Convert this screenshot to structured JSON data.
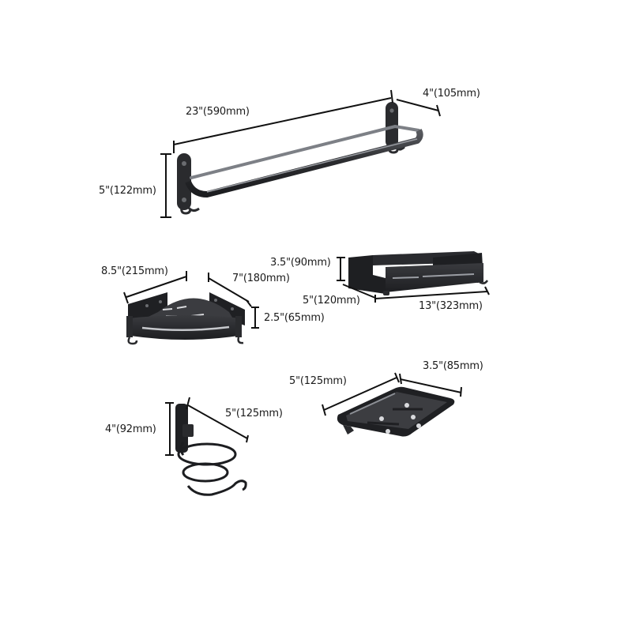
{
  "products": [
    {
      "id": "double-towel-bar",
      "name": "Double Towel Bar",
      "dimensions": {
        "length": "23\"(590mm)",
        "depth": "4\"(105mm)",
        "height": "5\"(122mm)"
      }
    },
    {
      "id": "corner-shelf",
      "name": "Corner Shelf",
      "dimensions": {
        "side_a": "8.5\"(215mm)",
        "side_b": "7\"(180mm)",
        "height": "2.5\"(65mm)"
      }
    },
    {
      "id": "wall-shelf",
      "name": "Wall Shelf",
      "dimensions": {
        "height": "3.5\"(90mm)",
        "depth": "5\"(120mm)",
        "length": "13\"(323mm)"
      }
    },
    {
      "id": "soap-dish",
      "name": "Soap Dish",
      "dimensions": {
        "length": "5\"(125mm)",
        "width": "3.5\"(85mm)"
      }
    },
    {
      "id": "hair-dryer-holder",
      "name": "Hair Dryer Holder",
      "dimensions": {
        "height": "4\"(92mm)",
        "depth": "5\"(125mm)"
      }
    }
  ],
  "colors": {
    "background": "#ffffff",
    "product": "#2b2c2f",
    "product_highlight": "#8a8d93",
    "dimension_line": "#111111",
    "text": "#1a1a1a"
  }
}
